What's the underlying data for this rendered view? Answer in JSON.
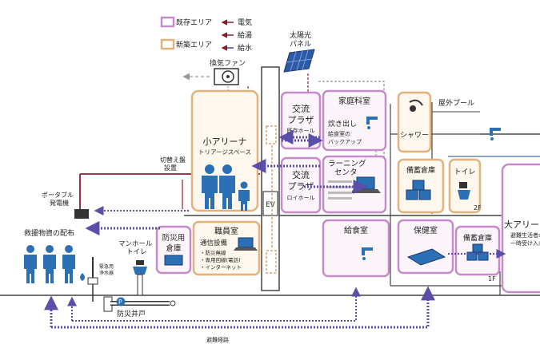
{
  "legend": {
    "existing_area": "既存エリア",
    "new_area": "新築エリア",
    "electricity": "電気",
    "water_supply": "給湯",
    "drainage": "給水"
  },
  "top_labels": {
    "solar_panel_line1": "太陽光",
    "solar_panel_line2": "パネル",
    "vent_fan": "換気ファン",
    "outdoor_pool": "屋外プール"
  },
  "rooms": {
    "small_arena": "小アリーナ",
    "small_arena_sub": "トリアージスペース",
    "switch_panel_line1": "切替え盤",
    "switch_panel_line2": "設置",
    "exchange_plaza_a_line1": "交流",
    "exchange_plaza_a_line2": "プラザ",
    "exchange_plaza_a_sub": "既存ホール",
    "exchange_plaza_b_line1": "交流",
    "exchange_plaza_b_line2": "プラザ",
    "exchange_plaza_b_sub": "ロイホール",
    "home_economics": "家庭科室",
    "cooking_line1": "炊き出し",
    "cooking_line2": "給食室の",
    "cooking_line3": "バックアップ",
    "learning_center_line1": "ラーニング",
    "learning_center_line2": "センタ",
    "shower": "シャワー",
    "storage_a": "備蓄倉庫",
    "toilet": "トイレ",
    "floor_2f": "2F",
    "ev": "EV",
    "disaster_storage_line1": "防災用",
    "disaster_storage_line2": "倉庫",
    "staff_room": "職員室",
    "comm_equipment": "通信設備",
    "comm_item1": "・防災無線",
    "comm_item2": "・専用回線(電話)",
    "comm_item3": "・インターネット",
    "kitchen": "給食室",
    "health_room": "保健室",
    "storage_b": "備蓄倉庫",
    "floor_1f": "1F",
    "large_arena": "大アリーナ",
    "large_arena_sub1": "避難生活者の",
    "large_arena_sub2": "一時受け入れ"
  },
  "outside": {
    "portable_generator_line1": "ポータブル",
    "portable_generator_line2": "発電機",
    "supplies_distribution": "救援物資の配布",
    "manhole_toilet_line1": "マンホール",
    "manhole_toilet_line2": "トイレ",
    "emergency_water_line1": "緊急用",
    "emergency_water_line2": "浄水器",
    "p_badge": "P",
    "disaster_well": "防災井戸",
    "evac_route": "避難経路"
  }
}
